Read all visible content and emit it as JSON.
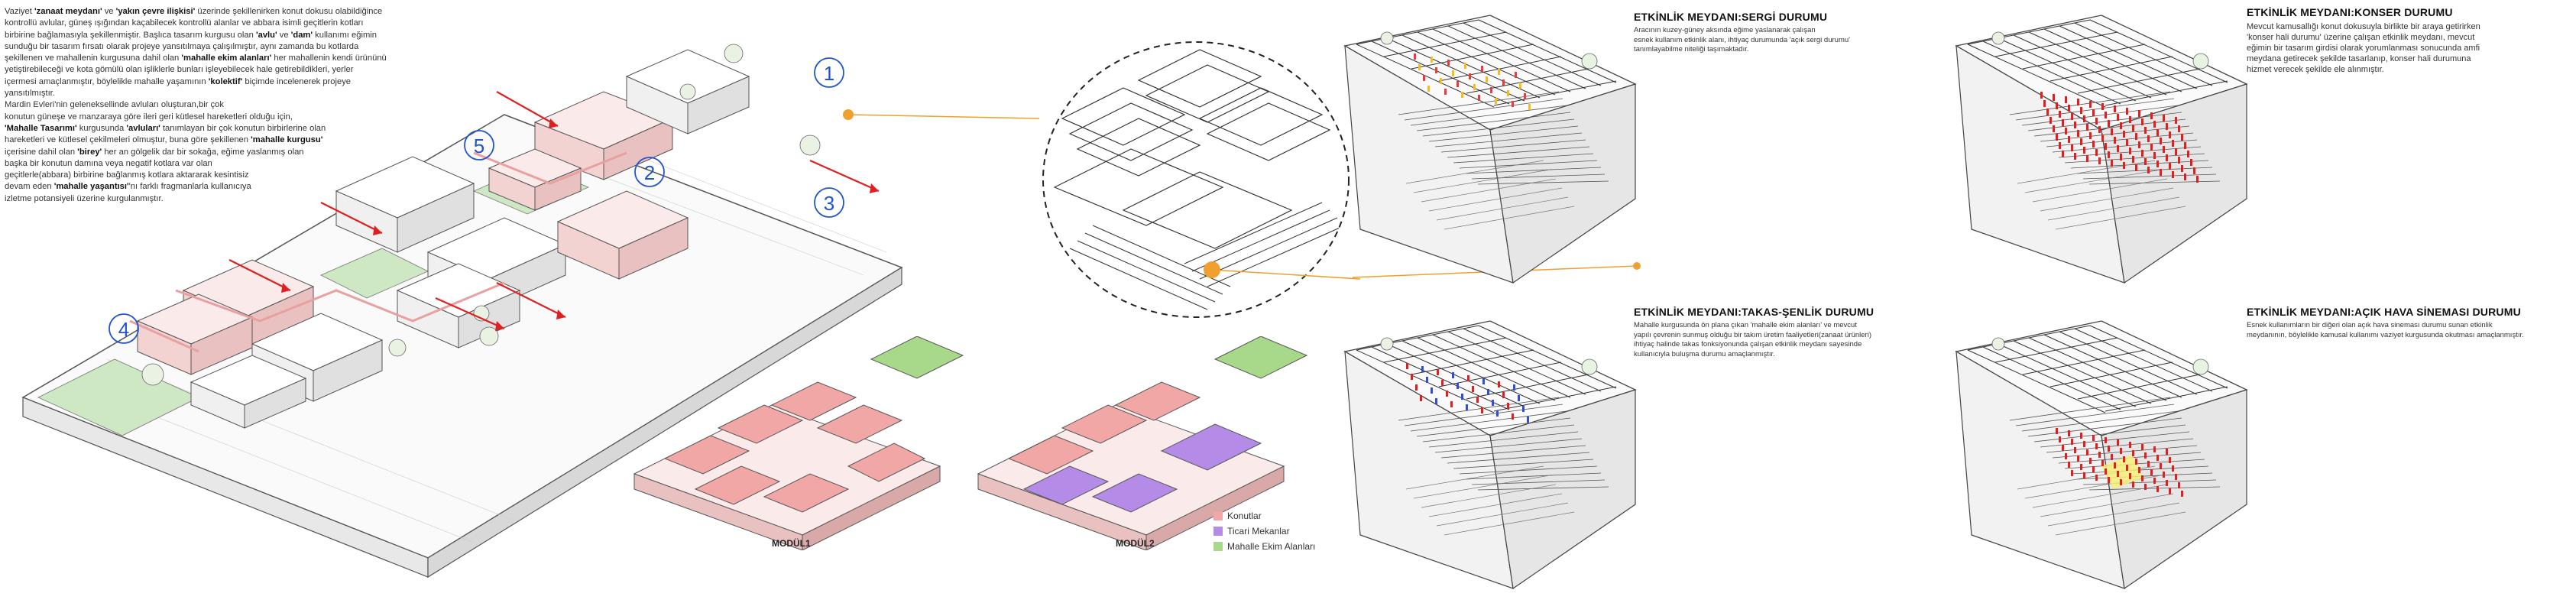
{
  "intro": {
    "lines": [
      [
        {
          "t": "Vaziyet "
        },
        {
          "t": "'zanaat meydanı'",
          "b": true
        },
        {
          "t": " ve "
        },
        {
          "t": "'yakın çevre ilişkisi'",
          "b": true
        },
        {
          "t": " üzerinde şekillenirken konut dokusu olabildiğince"
        }
      ],
      [
        {
          "t": "kontrollü avlular, güneş ışığından kaçabilecek kontrollü alanlar ve abbara isimli geçitlerin kotları"
        }
      ],
      [
        {
          "t": "birbirine bağlamasıyla şekillenmiştir. Başlıca tasarım kurgusu olan "
        },
        {
          "t": "'avlu'",
          "b": true
        },
        {
          "t": " ve "
        },
        {
          "t": "'dam'",
          "b": true
        },
        {
          "t": " kullanımı eğimin"
        }
      ],
      [
        {
          "t": "sunduğu bir tasarım fırsatı olarak projeye yansıtılmaya çalışılmıştır, aynı zamanda bu kotlarda"
        }
      ],
      [
        {
          "t": "şekillenen ve mahallenin kurgusuna dahil olan "
        },
        {
          "t": "'mahalle ekim alanları'",
          "b": true
        },
        {
          "t": " her mahallenin kendi ürününü"
        }
      ],
      [
        {
          "t": "yetiştirebileceği ve kota gömülü olan işliklerle bunları işleyebilecek hale getirebildikleri, yerler"
        }
      ],
      [
        {
          "t": "içermesi amaçlanmıştır, böylelikle mahalle yaşamının "
        },
        {
          "t": "'kolektif'",
          "b": true
        },
        {
          "t": " biçimde incelenerek projeye"
        }
      ],
      [
        {
          "t": "yansıtılmıştır."
        }
      ],
      [
        {
          "t": "Mardin Evleri'nin geleneksel­linde avluları oluşturan,bir çok"
        }
      ],
      [
        {
          "t": "konutun güneşe ve manzaraya göre ileri geri kütlesel hareketleri olduğu için,"
        }
      ],
      [
        {
          "t": "'Mahalle Tasarımı'",
          "b": true
        },
        {
          "t": " kurgusunda "
        },
        {
          "t": "'avluları'",
          "b": true
        },
        {
          "t": " tanımlayan bir çok konutun birbirlerine olan"
        }
      ],
      [
        {
          "t": "hareketleri ve kütlesel çekilmeleri olmuştur, buna göre şekillenen "
        },
        {
          "t": "'mahalle kurgusu'",
          "b": true
        }
      ],
      [
        {
          "t": "içerisine dahil olan "
        },
        {
          "t": "'birey'",
          "b": true
        },
        {
          "t": " her an gölgelik dar bir sokağa, eğime yaslanmış olan"
        }
      ],
      [
        {
          "t": "başka bir konutun damına veya negatif kotlara var olan"
        }
      ],
      [
        {
          "t": "geçitlerle(abbara) birbirine bağlanmış kotlara aktararak kesintisiz"
        }
      ],
      [
        {
          "t": "devam eden "
        },
        {
          "t": "'mahalle yaşantısı'",
          "b": true
        },
        {
          "t": "'nı farklı fragmanlarla kullanıcıya"
        }
      ],
      [
        {
          "t": "izletme potansiyeli üzerine kurgulanmıştır."
        }
      ]
    ]
  },
  "markers": [
    "1",
    "2",
    "3",
    "4",
    "5"
  ],
  "modules": {
    "modul1": "MODÜL1",
    "modul2": "MODÜL2"
  },
  "legend": [
    {
      "label": "Konutlar",
      "color": "#f2a7a7"
    },
    {
      "label": "Ticari Mekanlar",
      "color": "#b58be8"
    },
    {
      "label": "Mahalle Ekim Alanları",
      "color": "#a8d98a"
    }
  ],
  "panels": [
    {
      "title": "ETKİNLİK MEYDANI:SERGİ DURUMU",
      "desc": [
        "Aracının kuzey-güney aksında eğime yaslanarak çalışan",
        "esnek kullanım etkinlik alanı, ihtiyaç durumunda 'açık sergi durumu'",
        "tanımlayabilme niteliği taşımaktadır."
      ]
    },
    {
      "title": "ETKİNLİK MEYDANI:KONSER DURUMU",
      "desc": [
        "Mevcut kamusallığı konut dokusuyla birlikte bir araya getirirken",
        "'konser hali durumu' üzerine çalışan etkinlik meydanı, mevcut",
        "eğimin bir tasarım girdisi olarak yorumlanması sonucunda amfi",
        "meydana getirecek şekilde tasarlanıp, konser hali durumuna",
        "hizmet verecek şekilde ele alınmıştır."
      ]
    },
    {
      "title": "ETKİNLİK MEYDANI:TAKAS-ŞENLİK DURUMU",
      "desc": [
        "Mahalle kurgusunda ön plana çıkan 'mahalle ekim alanları' ve mevcut",
        "yapılı çevrenin sunmuş olduğu bir takım üretim faaliyetleri(zanaat ürünleri)",
        "ihtiyaç halinde takas fonksiyonunda çalışan etkinlik meydanı sayesinde",
        "kullanıcıyla buluşma durumu amaçlanmıştır."
      ]
    },
    {
      "title": "ETKİNLİK MEYDANI:AÇIK HAVA SİNEMASI DURUMU",
      "desc": [
        "Esnek kullanımların bir diğeri olan açık hava sineması durumu sunan etkinlik",
        "meydanının, böylelikle kamusal kullanımı vaziyet kurgusunda okutması amaçlanmıştır."
      ]
    }
  ],
  "colors": {
    "accent_line": "#f0a030",
    "marker_blue": "#2255cc",
    "arrow_red": "#e02020",
    "pink": "#f2a7a7",
    "purple": "#b58be8",
    "green": "#a8d98a"
  }
}
